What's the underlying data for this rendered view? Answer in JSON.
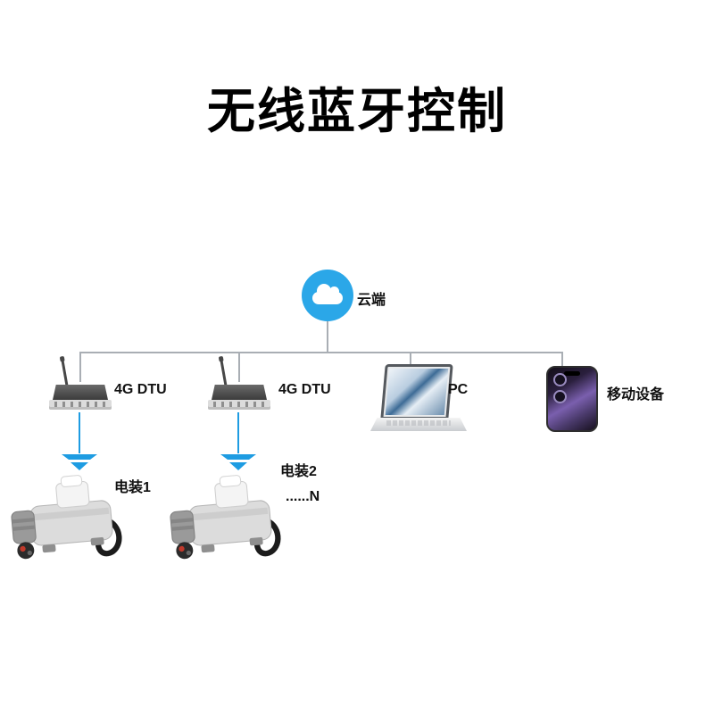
{
  "title": "无线蓝牙控制",
  "cloud": {
    "label": "云端"
  },
  "nodes": {
    "dtu1": {
      "label": "4G DTU"
    },
    "dtu2": {
      "label": "4G DTU"
    },
    "pc": {
      "label": "PC"
    },
    "mobile": {
      "label": "移动设备"
    }
  },
  "actuators": {
    "a1": {
      "label": "电装1"
    },
    "a2": {
      "label": "电装2",
      "more": "......N"
    }
  },
  "colors": {
    "cloud_blue": "#2BA7E8",
    "link_blue": "#1E9CE2",
    "line_gray": "#A9AEB4",
    "title_color": "#000000"
  }
}
